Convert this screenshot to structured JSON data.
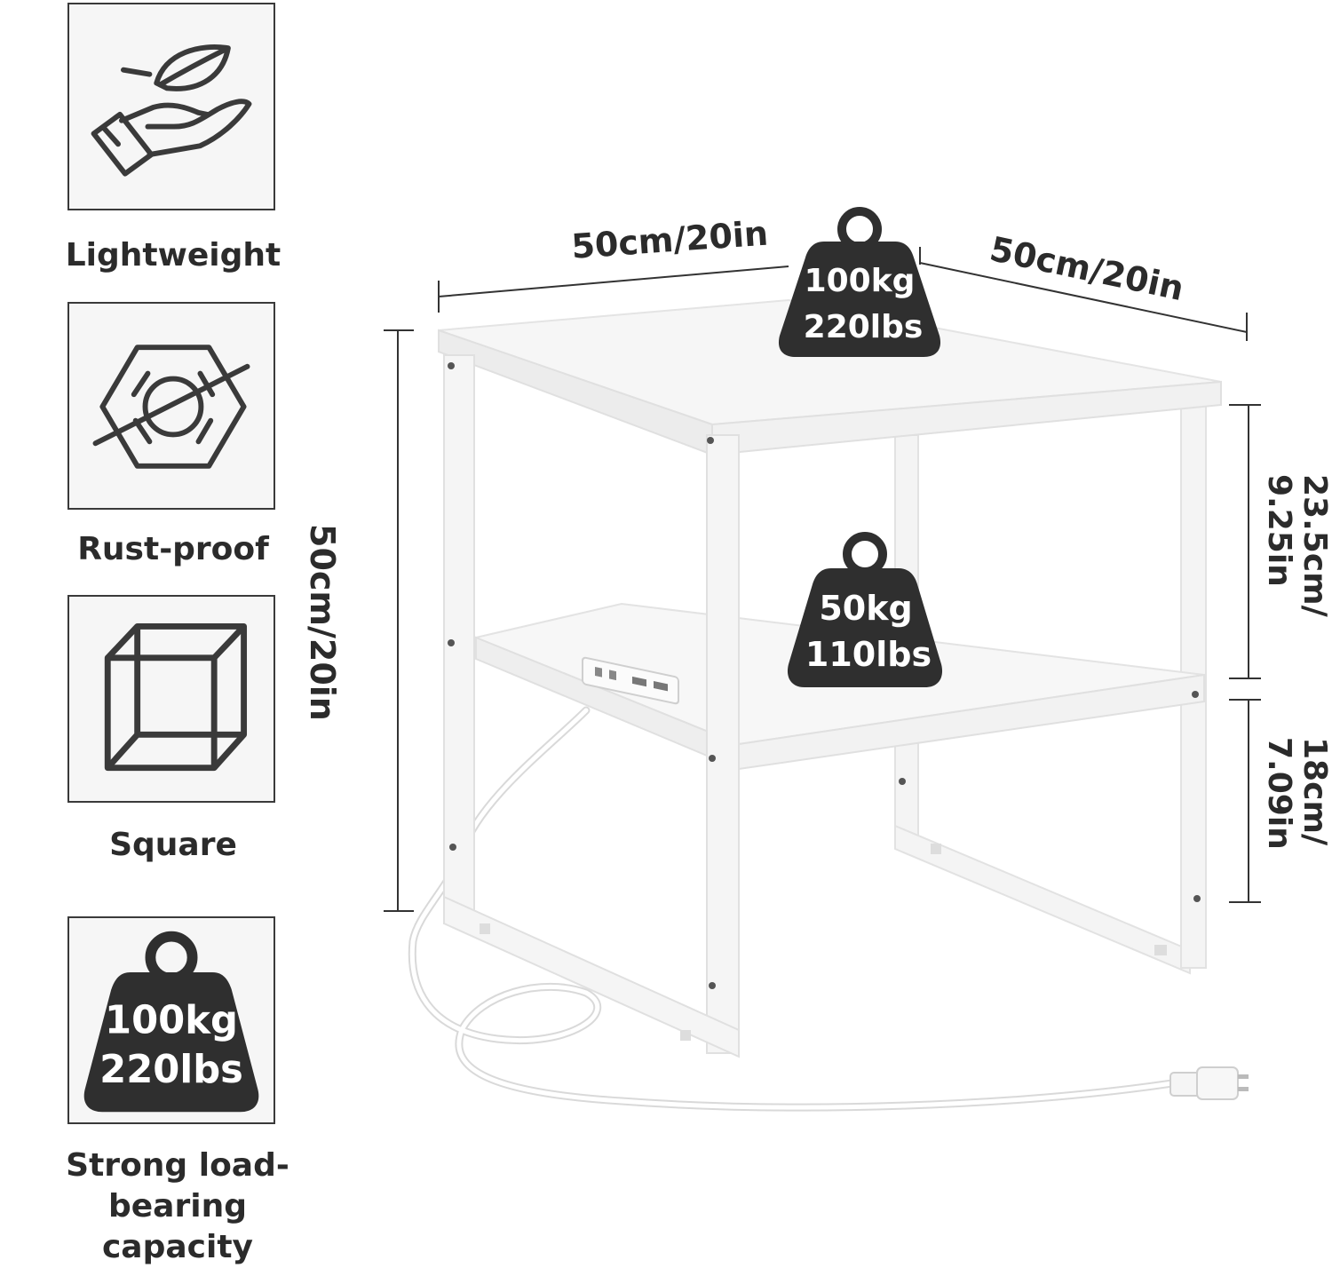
{
  "features": [
    {
      "label": "Lightweight",
      "icon": "leaf-hand-icon"
    },
    {
      "label": "Rust-proof",
      "icon": "hex-nut-icon"
    },
    {
      "label": "Square",
      "icon": "cube-icon"
    },
    {
      "label": "Strong load-bearing capacity",
      "icon": "weight-icon",
      "line1": "Strong load-bearing",
      "line2": "capacity",
      "weight_kg": "100kg",
      "weight_lbs": "220lbs"
    }
  ],
  "dimensions": {
    "width": "50cm/20in",
    "depth": "50cm/20in",
    "height": "50cm/20in",
    "upper_gap_line1": "23.5cm/",
    "upper_gap_line2": "9.25in",
    "lower_gap_line1": "18cm/",
    "lower_gap_line2": "7.09in"
  },
  "loads": {
    "top_kg": "100kg",
    "top_lbs": "220lbs",
    "shelf_kg": "50kg",
    "shelf_lbs": "110lbs"
  },
  "colors": {
    "icon_stroke": "#3a3a3a",
    "weight_fill": "#2f2f2f",
    "table_white": "#f4f4f4"
  }
}
